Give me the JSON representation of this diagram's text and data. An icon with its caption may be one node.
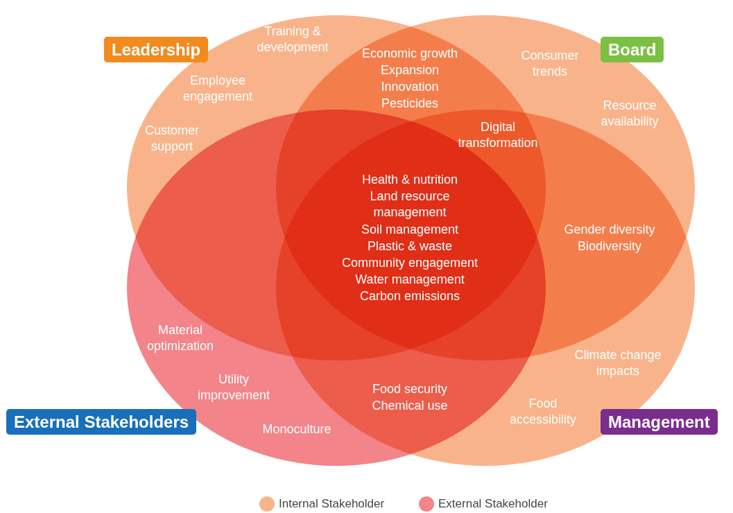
{
  "diagram": {
    "nodes": [
      {
        "text": [
          "Leadership"
        ]
      },
      {
        "text": [
          "Board"
        ]
      },
      {
        "text": [
          "External Stakeholders"
        ]
      },
      {
        "text": [
          "Management"
        ]
      }
    ],
    "labels": [
      "Training & development",
      "Economic growth",
      "Expansion",
      "Innovation",
      "Pesticides",
      "Consumer trends",
      "Employee engagement",
      "Resource availability",
      "Customer support",
      "Digital transformation",
      "Health & nutrition",
      "Land resource management",
      "Soil management",
      "Plastic & waste",
      "Community engagement",
      "Water management",
      "Carbon emissions",
      "Gender diversity",
      "Biodiversity",
      "Material optimization",
      "Climate change impacts",
      "Utility improvement",
      "Food security",
      "Chemical use",
      "Food accessibility",
      "Monoculture"
    ],
    "legend": [
      {
        "text": "Internal Stakeholder",
        "color": "#f9b38b"
      },
      {
        "text": "External Stakeholder",
        "color": "#f2848a"
      }
    ]
  }
}
